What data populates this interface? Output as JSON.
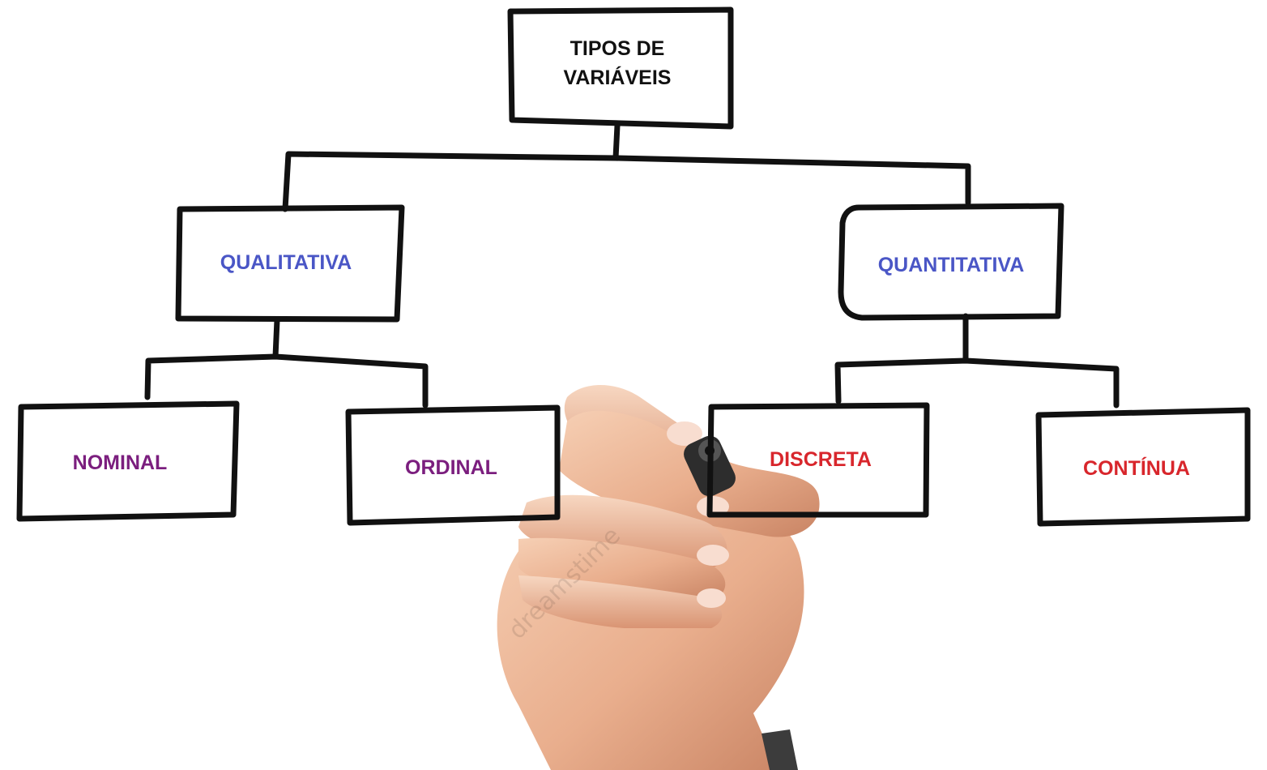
{
  "diagram": {
    "root": {
      "line1": "TIPOS DE",
      "line2": "VARIÁVEIS"
    },
    "qualitativa": {
      "label": "QUALITATIVA"
    },
    "quantitativa": {
      "label": "QUANTITATIVA"
    },
    "nominal": {
      "label": "NOMINAL"
    },
    "ordinal": {
      "label": "ORDINAL"
    },
    "discreta": {
      "label": "DISCRETA"
    },
    "continua": {
      "label": "CONTÍNUA"
    }
  },
  "watermark": "dreamstime",
  "colors": {
    "root_text": "#111111",
    "qualitative_text": "#4a56c6",
    "qualitative_children_text": "#7b1e7e",
    "quantitative_children_text": "#d8262c",
    "stroke": "#111111"
  }
}
